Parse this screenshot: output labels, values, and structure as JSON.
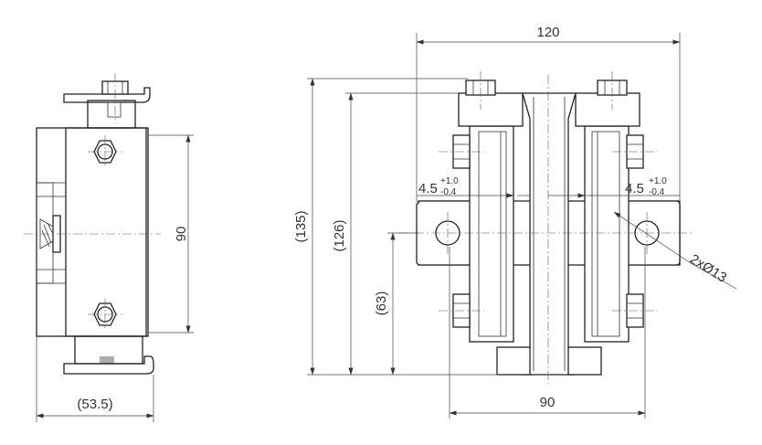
{
  "side_view": {
    "height_dim": "90",
    "width_dim": "(53.5)"
  },
  "front_view": {
    "top_width_dim": "120",
    "bottom_width_dim": "90",
    "height_total_dim": "(135)",
    "height_mid_dim": "(126)",
    "height_center_dim": "(63)",
    "gap_left": {
      "base": "4.5",
      "upper": "+1.0",
      "lower": "-0.4"
    },
    "gap_right": {
      "base": "4.5",
      "upper": "+1.0",
      "lower": "-0.4"
    },
    "hole_callout": "2xØ13"
  },
  "colors": {
    "line": "#222222",
    "background": "#ffffff"
  }
}
